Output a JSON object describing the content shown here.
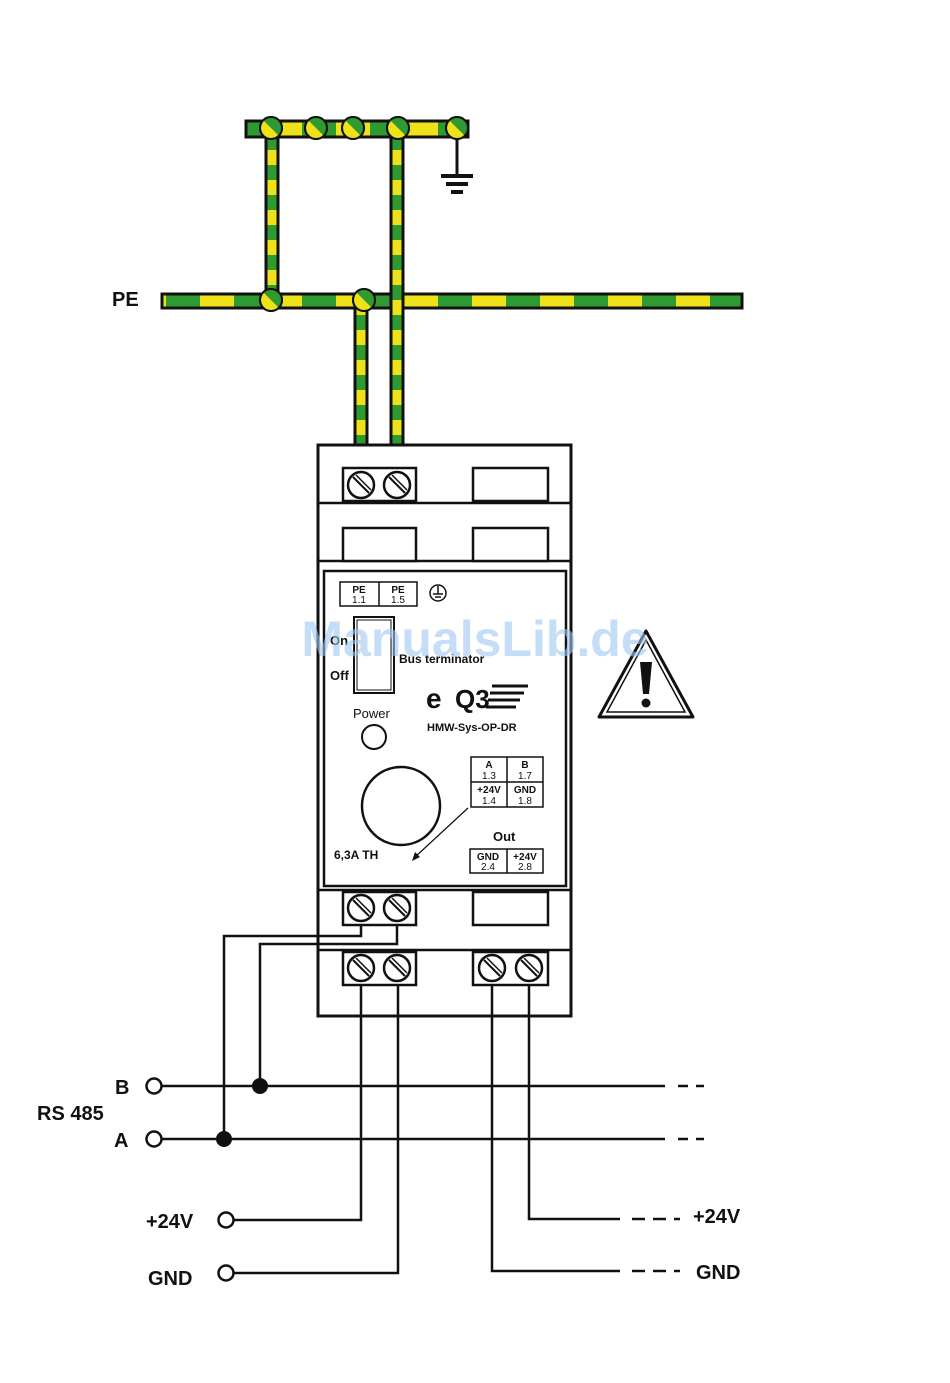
{
  "colors": {
    "line": "#111111",
    "pe_green": "#2f9a2f",
    "pe_yellow": "#f0e21a",
    "watermark": "#9fc6f0"
  },
  "labels": {
    "pe": "PE",
    "rs485": "RS 485",
    "b": "B",
    "a": "A",
    "plus24_in": "+24V",
    "gnd_in": "GND",
    "plus24_out": "+24V",
    "gnd_out": "GND"
  },
  "device": {
    "pe1_name": "PE",
    "pe1_num": "1.1",
    "pe2_name": "PE",
    "pe2_num": "1.5",
    "on": "On",
    "off": "Off",
    "bus_terminator": "Bus terminator",
    "power": "Power",
    "logo_e": "e",
    "logo_q3": "Q3",
    "model": "HMW-Sys-OP-DR",
    "fuse": "6,3A TH",
    "out": "Out",
    "a_name": "A",
    "a_num": "1.3",
    "b_name": "B",
    "b_num": "1.7",
    "v24_name": "+24V",
    "v24_num": "1.4",
    "gnd_name": "GND",
    "gnd_num": "1.8",
    "out_gnd_name": "GND",
    "out_gnd_num": "2.4",
    "out_v24_name": "+24V",
    "out_v24_num": "2.8"
  },
  "watermark": "ManualsLib.de",
  "icons": {
    "ground": "ground-icon",
    "earth": "earth-symbol-icon",
    "warning": "warning-triangle-icon"
  }
}
